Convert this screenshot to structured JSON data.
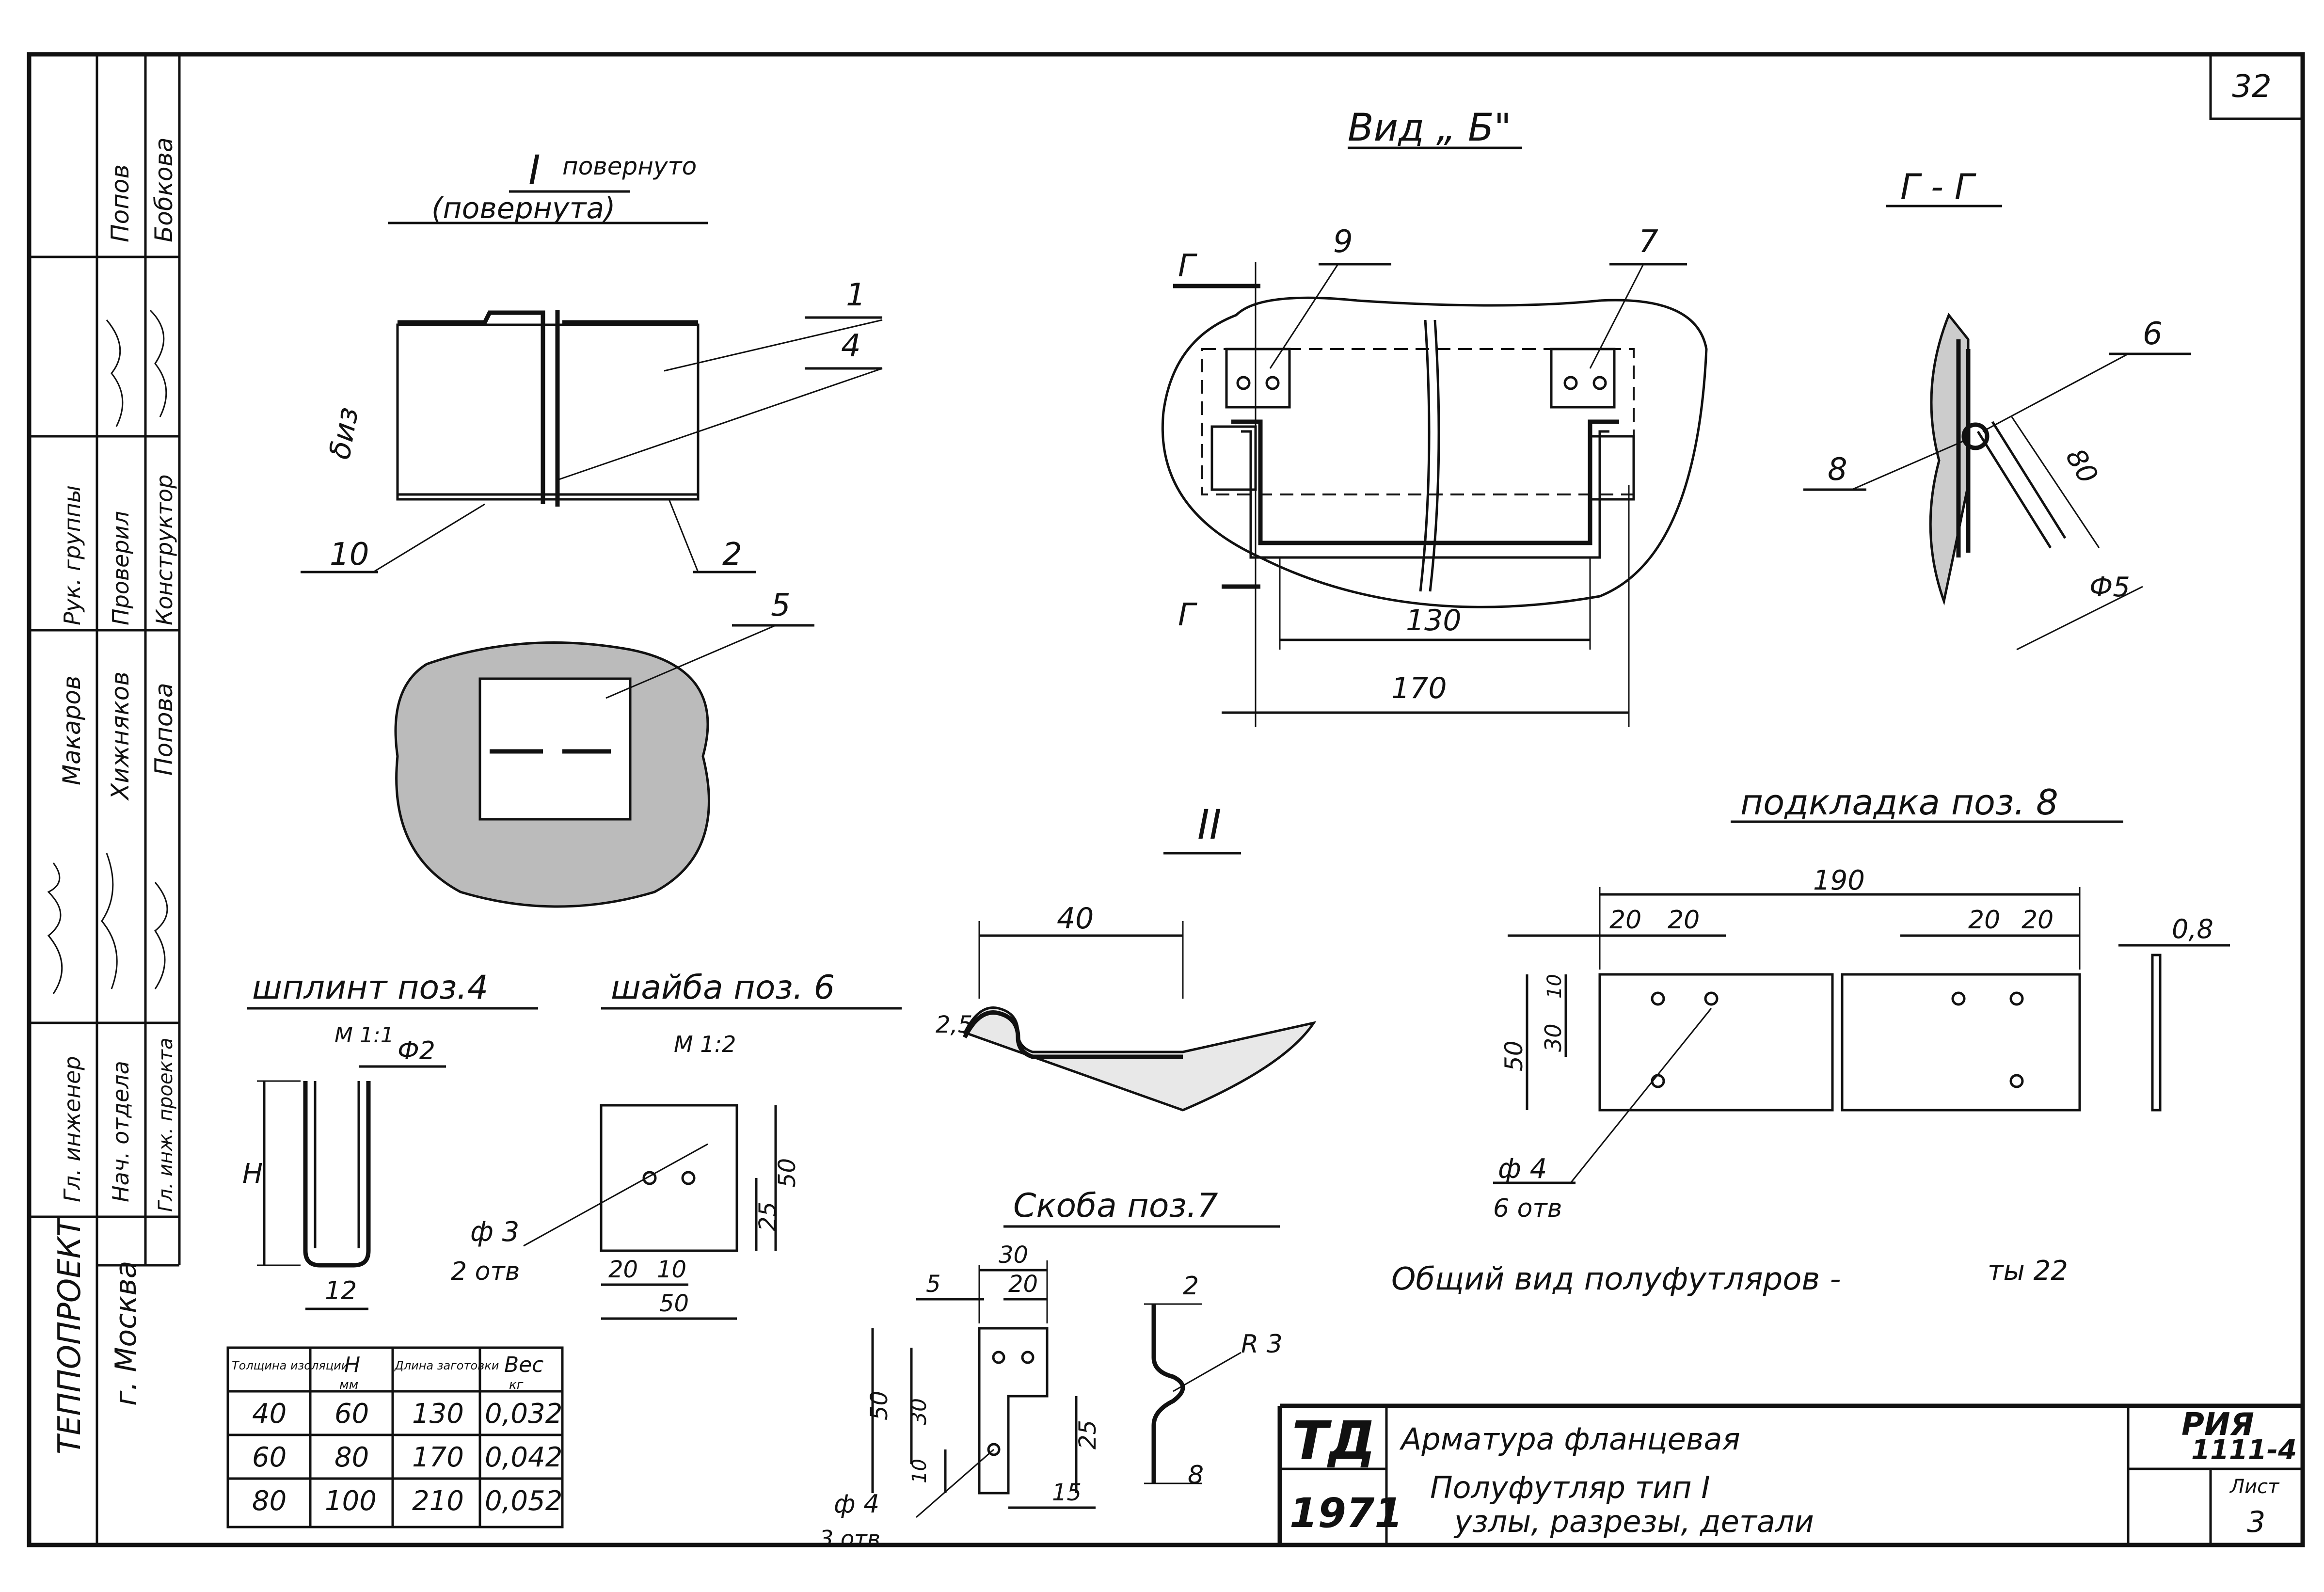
{
  "sheet_number": "32",
  "side_stamp": {
    "org": "ТЕППОПРОЕКТ",
    "city": "г. Москва",
    "roles": [
      "Гл. инженер",
      "Нач. отдела",
      "Гл. инж. проекта",
      "Рук. группы",
      "Проверил",
      "Конструктор"
    ],
    "names": [
      "Макаров",
      "Хижняков",
      "Попова",
      "Попов",
      "Бобкова"
    ]
  },
  "views": {
    "view1_title": "I",
    "view1_sub1": "повернуто",
    "view1_sub2": "(повернута)",
    "viewB_title": "Вид „ Б\"",
    "section_gg": "Г - Г",
    "view2_title": "II",
    "podkladka": "подкладка  поз. 8",
    "shplint": "шплинт  поз.4",
    "shayba": "шайба  поз. 6",
    "skoba": "Скоба  поз.7",
    "general": "Общий  вид полуфутляров -",
    "general_tail": "ты 22"
  },
  "callouts": [
    "1",
    "4",
    "10",
    "2",
    "5",
    "9",
    "7",
    "6",
    "8",
    "Г",
    "Г"
  ],
  "dims": {
    "d130": "130",
    "d170": "170",
    "d80": "80",
    "phi5": "Ф5",
    "d40": "40",
    "r5": "2,5",
    "s190": "190",
    "s20a": "20",
    "s20b": "20",
    "s20c": "20",
    "s20d": "20",
    "s08": "0,8",
    "s10": "10",
    "s30": "30",
    "s50": "50",
    "phi4": "ф 4",
    "otv6": "6 отв",
    "m11": "М 1:1",
    "phi2": "Ф2",
    "H": "Н",
    "w12": "12",
    "m12": "М 1:2",
    "phi3": "ф 3",
    "otv2": "2 отв",
    "w20": "20",
    "w10": "10",
    "w50": "50",
    "h25": "25",
    "h50": "50",
    "k30": "30",
    "k20": "20",
    "k5": "5",
    "k50": "50",
    "k30v": "30",
    "k10": "10",
    "k25": "25",
    "k15": "15",
    "kphi4": "ф 4",
    "k3otv": "3 отв.",
    "k2": "2",
    "kR3": "R 3",
    "k8": "8",
    "delta": "δиз"
  },
  "table": {
    "headers": [
      "Толщина изоляции",
      "Н",
      "Длина заготовки",
      "Вес"
    ],
    "units": [
      "",
      "мм",
      "",
      "кг"
    ],
    "rows": [
      [
        "40",
        "60",
        "130",
        "0,032"
      ],
      [
        "60",
        "80",
        "170",
        "0,042"
      ],
      [
        "80",
        "100",
        "210",
        "0,052"
      ]
    ]
  },
  "title_block": {
    "logo": "ТД",
    "year": "1971",
    "line1": "Арматура фланцевая",
    "line2": "Полуфутляр  тип I",
    "line3": "узлы, разрезы, детали",
    "series": "РИЯ",
    "code": "1111-4",
    "sheet_label": "Лист",
    "sheet": "3"
  }
}
